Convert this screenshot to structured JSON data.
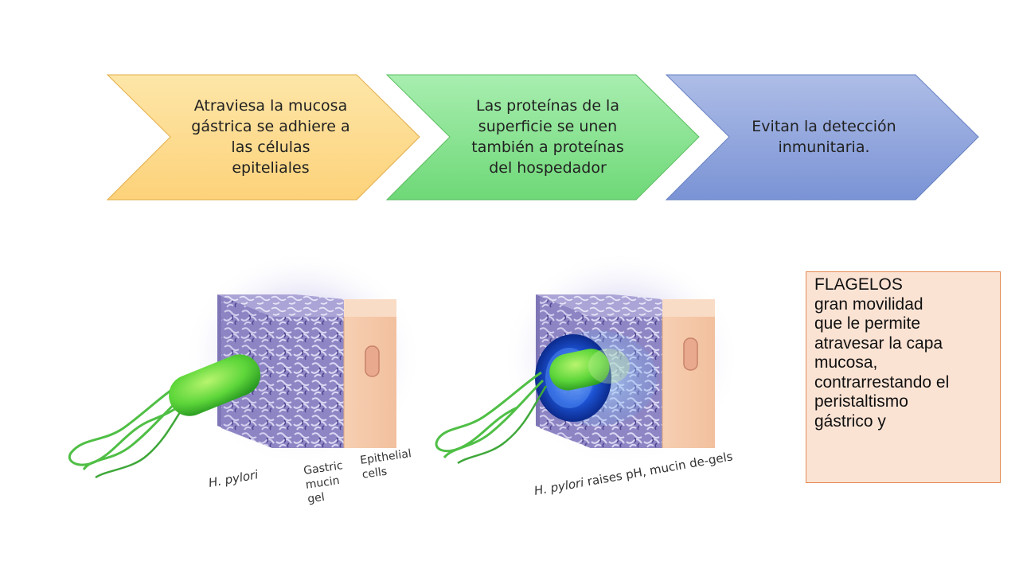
{
  "process_steps": [
    {
      "lines": [
        "Atraviesa la mucosa",
        "gástrica se adhiere a",
        "las células",
        "epiteliales"
      ],
      "fill_top": "#fde29b",
      "fill_bottom": "#fdd47a",
      "stroke": "#e0a83a"
    },
    {
      "lines": [
        "Las proteínas de la",
        "superficie se unen",
        "también a proteínas",
        "del hospedador"
      ],
      "fill_top": "#a2ecaa",
      "fill_bottom": "#74dc7c",
      "stroke": "#54b85a"
    },
    {
      "lines": [
        "Evitan la detección",
        "inmunitaria."
      ],
      "fill_top": "#a9b9e6",
      "fill_bottom": "#7c95d6",
      "stroke": "#5f78bd"
    }
  ],
  "figure": {
    "labels": {
      "hpylori": "H. pylori",
      "gastric": [
        "Gastric",
        "mucin",
        "gel"
      ],
      "epithelial": [
        "Epithelial",
        "cells"
      ],
      "raises_italic": "H. pylori",
      "raises_rest": " raises pH, mucin de-gels"
    }
  },
  "note": {
    "lines": [
      "FLAGELOS",
      "gran movilidad",
      "que le permite",
      "atravesar la capa",
      "mucosa,",
      "contrarrestando el",
      "peristaltismo",
      "gástrico y"
    ]
  }
}
